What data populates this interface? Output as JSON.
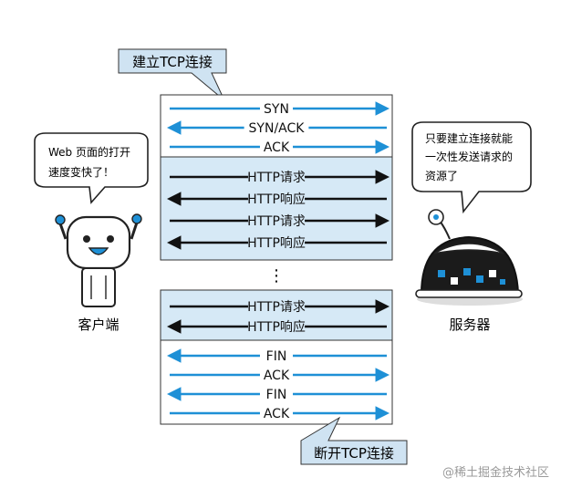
{
  "callouts": {
    "establish": "建立TCP连接",
    "disconnect": "断开TCP连接"
  },
  "handshake": [
    {
      "label": "SYN",
      "dir": "right"
    },
    {
      "label": "SYN/ACK",
      "dir": "left"
    },
    {
      "label": "ACK",
      "dir": "right"
    }
  ],
  "http_exchange_1": [
    {
      "label": "HTTP请求",
      "dir": "right"
    },
    {
      "label": "HTTP响应",
      "dir": "left"
    },
    {
      "label": "HTTP请求",
      "dir": "right"
    },
    {
      "label": "HTTP响应",
      "dir": "left"
    }
  ],
  "ellipsis": "⋮",
  "http_exchange_2": [
    {
      "label": "HTTP请求",
      "dir": "right"
    },
    {
      "label": "HTTP响应",
      "dir": "left"
    }
  ],
  "teardown": [
    {
      "label": "FIN",
      "dir": "left"
    },
    {
      "label": "ACK",
      "dir": "right"
    },
    {
      "label": "FIN",
      "dir": "left"
    },
    {
      "label": "ACK",
      "dir": "right"
    }
  ],
  "client": {
    "speech_line1": "Web 页面的打开",
    "speech_line2": "速度变快了！",
    "label": "客户端"
  },
  "server": {
    "speech_line1": "只要建立连接就能",
    "speech_line2": "一次性发送请求的",
    "speech_line3": "资源了",
    "label": "服务器"
  },
  "watermark": "@稀土掘金技术社区",
  "colors": {
    "blue_arrow": "#1e90d6",
    "black_arrow": "#111111",
    "band_fill": "#d6e9f6",
    "callout_fill": "#cfe3f2",
    "box_stroke": "#333333"
  }
}
